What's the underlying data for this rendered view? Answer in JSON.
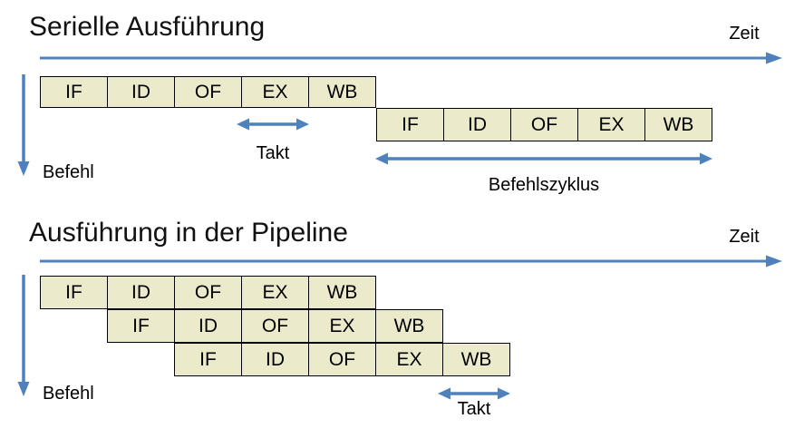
{
  "colors": {
    "arrow": "#4F81BD",
    "box_fill": "#EBEBCB",
    "box_border": "#000000"
  },
  "serial": {
    "title": "Serielle Ausführung",
    "time_label": "Zeit",
    "instruction_label": "Befehl",
    "clock_label": "Takt",
    "cycle_label": "Befehlszyklus",
    "rows": [
      [
        "IF",
        "ID",
        "OF",
        "EX",
        "WB"
      ],
      [
        "IF",
        "ID",
        "OF",
        "EX",
        "WB"
      ]
    ]
  },
  "pipeline": {
    "title": "Ausführung in der Pipeline",
    "time_label": "Zeit",
    "instruction_label": "Befehl",
    "clock_label": "Takt",
    "rows": [
      [
        "IF",
        "ID",
        "OF",
        "EX",
        "WB"
      ],
      [
        "IF",
        "ID",
        "OF",
        "EX",
        "WB"
      ],
      [
        "IF",
        "ID",
        "OF",
        "EX",
        "WB"
      ]
    ]
  }
}
